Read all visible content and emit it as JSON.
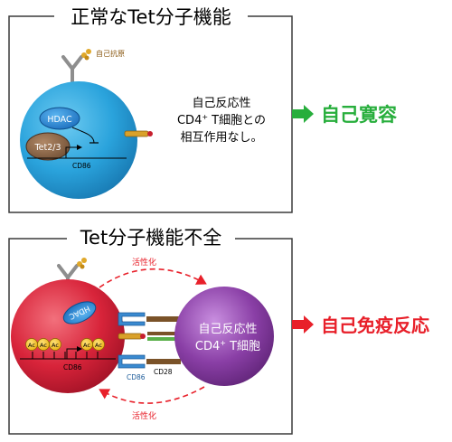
{
  "panel_normal": {
    "title": "正常なTet分子機能",
    "autoantigen_label": "自己抗原",
    "hdac_label": "HDAC",
    "tet_label": "Tet2/3",
    "gene_label": "CD86",
    "description_line1": "自己反応性",
    "description_line2_main": "CD4",
    "description_line2_sup": "+",
    "description_line2_rest": " T細胞との",
    "description_line3": "相互作用なし。",
    "outcome": "自己寛容"
  },
  "panel_deficient": {
    "title": "Tet分子機能不全",
    "activation_top": "活性化",
    "activation_bottom": "活性化",
    "hdac_label": "HDAC",
    "ac_labels": [
      "Ac",
      "Ac",
      "Ac",
      "Ac",
      "Ac"
    ],
    "gene_label": "CD86",
    "receptor_left_label": "CD86",
    "receptor_right_label": "CD28",
    "tcell_line1": "自己反応性",
    "tcell_line2_main": "CD4",
    "tcell_line2_sup": "+",
    "tcell_line2_rest": " T細胞",
    "outcome": "自己免疫反応"
  },
  "colors": {
    "normal_cell": "#2aa3dc",
    "deficient_cell": "#d8243a",
    "tcell": "#8a3fa6",
    "outcome_green": "#27ae3c",
    "outcome_red": "#e8202a",
    "arrow_dashed_red": "#e8202a",
    "hdac_blue": "#1a7fd0",
    "tet_brown": "#8a6244",
    "ac_yellow": "#f5c21a"
  }
}
